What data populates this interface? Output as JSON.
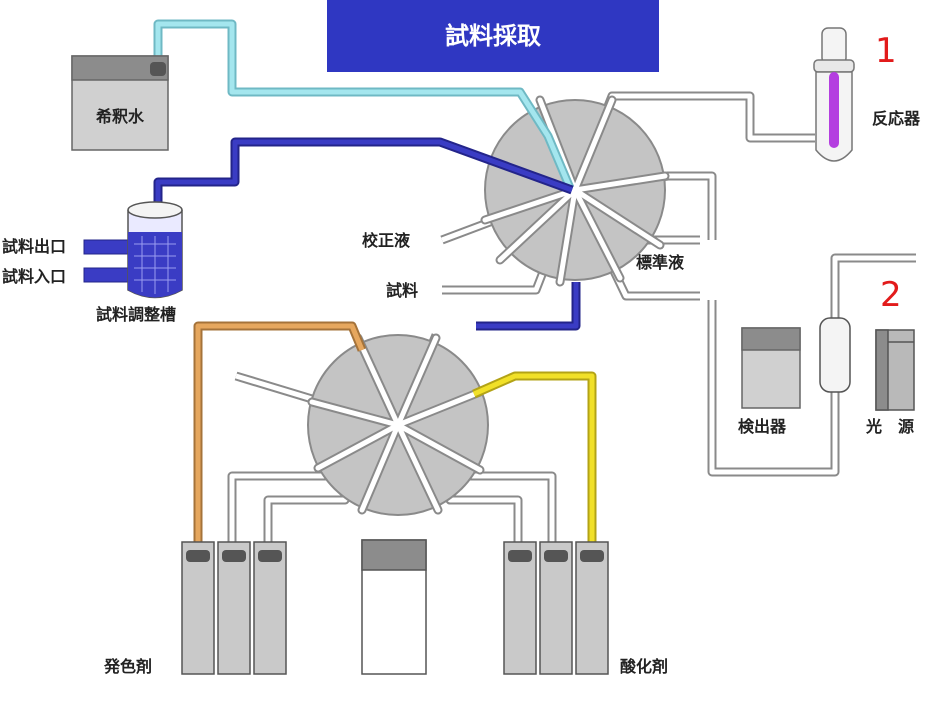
{
  "title": "試料採取",
  "labels": {
    "diluent": "希釈水",
    "reactor": "反応器",
    "calibration": "校正液",
    "standard": "標準液",
    "sample": "試料",
    "sample_out": "試料出口",
    "sample_in": "試料入口",
    "sample_tank": "試料調整槽",
    "detector": "検出器",
    "light_source": "光　源",
    "color_reagent": "発色剤",
    "oxidizer": "酸化剤"
  },
  "markers": {
    "one": "1",
    "two": "2"
  },
  "colors": {
    "title_bg": "#2f37c2",
    "diluent_line": "#a4e6ee",
    "sample_line": "#3a3cc4",
    "orange_line": "#e6a75e",
    "yellow_line": "#f1e028",
    "reactor_liquid": "#b43ee0",
    "valve": "#c4c4c4",
    "bottle": "#c9c9c9"
  }
}
